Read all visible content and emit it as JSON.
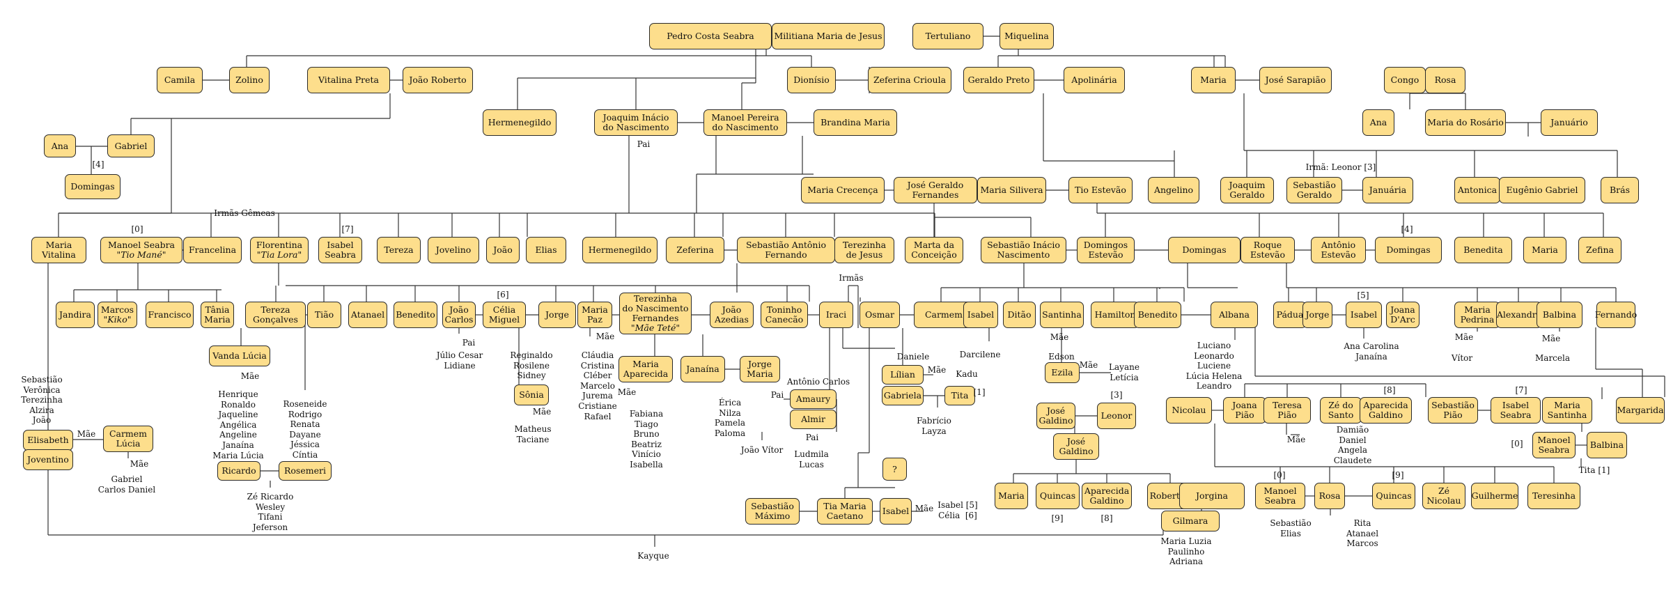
{
  "people": [
    {
      "id": "p1",
      "name": "Pedro Costa Seabra"
    },
    {
      "id": "p2",
      "name": "Militiana Maria de Jesus"
    },
    {
      "id": "p3",
      "name": "Tertuliano"
    },
    {
      "id": "p4",
      "name": "Miquelina"
    },
    {
      "id": "p5",
      "name": "Camila"
    },
    {
      "id": "p6",
      "name": "Zolino"
    },
    {
      "id": "p7",
      "name": "Vitalina Preta"
    },
    {
      "id": "p8",
      "name": "João Roberto"
    },
    {
      "id": "p9",
      "name": "Dionísio"
    },
    {
      "id": "p10",
      "name": "Zeferina Crioula"
    },
    {
      "id": "p11",
      "name": "Geraldo Preto"
    },
    {
      "id": "p12",
      "name": "Apolinária"
    },
    {
      "id": "p13",
      "name": "Maria"
    },
    {
      "id": "p14",
      "name": "José Sarapião"
    },
    {
      "id": "p15",
      "name": "Congo"
    },
    {
      "id": "p16",
      "name": "Rosa"
    },
    {
      "id": "p17",
      "name": "Hermenegildo"
    },
    {
      "id": "p18",
      "name": "Joaquim Inácio",
      "name2": "do Nascimento"
    },
    {
      "id": "p19",
      "name": "Manoel Pereira",
      "name2": "do Nascimento"
    },
    {
      "id": "p20",
      "name": "Brandina Maria"
    },
    {
      "id": "p21",
      "name": "Ana"
    },
    {
      "id": "p22",
      "name": "Maria do Rosário"
    },
    {
      "id": "p23",
      "name": "Januário"
    },
    {
      "id": "p24",
      "name": "Ana"
    },
    {
      "id": "p25",
      "name": "Gabriel"
    },
    {
      "id": "p26",
      "name": "Domingas"
    },
    {
      "id": "p27",
      "name": "Maria Crecença"
    },
    {
      "id": "p28",
      "name": "José Geraldo",
      "name2": "Fernandes"
    },
    {
      "id": "p29",
      "name": "Maria Silivera"
    },
    {
      "id": "p30",
      "name": "Tio Estevão"
    },
    {
      "id": "p31",
      "name": "Angelino"
    },
    {
      "id": "p32",
      "name": "Joaquim",
      "name2": "Geraldo"
    },
    {
      "id": "p33",
      "name": "Sebastião",
      "name2": "Geraldo"
    },
    {
      "id": "p34",
      "name": "Januária"
    },
    {
      "id": "p35",
      "name": "Antonica"
    },
    {
      "id": "p36",
      "name": "Eugênio Gabriel"
    },
    {
      "id": "p37",
      "name": "Brás"
    },
    {
      "id": "p38",
      "name": "Maria",
      "name2": "Vitalina"
    },
    {
      "id": "p39",
      "name": "Manoel Seabra",
      "name2": "\"Tio Mané\""
    },
    {
      "id": "p40",
      "name": "Francelina"
    },
    {
      "id": "p41",
      "name": "Florentina",
      "name2": "\"Tia Lora\""
    },
    {
      "id": "p42",
      "name": "Isabel",
      "name2": "Seabra"
    },
    {
      "id": "p43",
      "name": "Tereza"
    },
    {
      "id": "p44",
      "name": "Jovelino"
    },
    {
      "id": "p45",
      "name": "João"
    },
    {
      "id": "p46",
      "name": "Elias"
    },
    {
      "id": "p47",
      "name": "Hermenegildo"
    },
    {
      "id": "p48",
      "name": "Zeferina"
    },
    {
      "id": "p49",
      "name": "Sebastião Antônio",
      "name2": "Fernando"
    },
    {
      "id": "p50",
      "name": "Terezinha",
      "name2": "de Jesus"
    },
    {
      "id": "p51",
      "name": "Marta da",
      "name2": "Conceição"
    },
    {
      "id": "p52",
      "name": "Sebastião Inácio",
      "name2": "Nascimento"
    },
    {
      "id": "p53",
      "name": "Domingos",
      "name2": "Estevão"
    },
    {
      "id": "p54",
      "name": "Domingas"
    },
    {
      "id": "p55",
      "name": "Roque",
      "name2": "Estevão"
    },
    {
      "id": "p56",
      "name": "Antônio",
      "name2": "Estevão"
    },
    {
      "id": "p57",
      "name": "Domingas"
    },
    {
      "id": "p58",
      "name": "Benedita"
    },
    {
      "id": "p59",
      "name": "Maria"
    },
    {
      "id": "p60",
      "name": "Zefina"
    },
    {
      "id": "p61",
      "name": "Jandira"
    },
    {
      "id": "p62",
      "name": "Marcos",
      "name2": "\"Kiko\""
    },
    {
      "id": "p63",
      "name": "Francisco"
    },
    {
      "id": "p64",
      "name": "Tânia",
      "name2": "Maria"
    },
    {
      "id": "p65",
      "name": "Tereza",
      "name2": "Gonçalves"
    },
    {
      "id": "p66",
      "name": "Tião"
    },
    {
      "id": "p67",
      "name": "Atanael"
    },
    {
      "id": "p68",
      "name": "Benedito"
    },
    {
      "id": "p69",
      "name": "João",
      "name2": "Carlos"
    },
    {
      "id": "p70",
      "name": "Célia",
      "name2": "Miguel"
    },
    {
      "id": "p71",
      "name": "Jorge"
    },
    {
      "id": "p72",
      "name": "Maria",
      "name2": "Paz"
    },
    {
      "id": "p73",
      "name": "Terezinha",
      "name2": "do Nascimento",
      "name3": "Fernandes",
      "name4": "\"Mãe Teté\""
    },
    {
      "id": "p74",
      "name": "João",
      "name2": "Azedias"
    },
    {
      "id": "p75",
      "name": "Toninho",
      "name2": "Canecão"
    },
    {
      "id": "p76",
      "name": "Iraci"
    },
    {
      "id": "p77",
      "name": "Osmar"
    },
    {
      "id": "p78",
      "name": "Carmem"
    },
    {
      "id": "p79",
      "name": "Isabel"
    },
    {
      "id": "p80",
      "name": "Ditão"
    },
    {
      "id": "p81",
      "name": "Santinha"
    },
    {
      "id": "p82",
      "name": "Hamilton"
    },
    {
      "id": "p83",
      "name": "Benedito"
    },
    {
      "id": "p84",
      "name": "Albana"
    },
    {
      "id": "p85",
      "name": "Pádua"
    },
    {
      "id": "p86",
      "name": "Jorge"
    },
    {
      "id": "p87",
      "name": "Isabel"
    },
    {
      "id": "p88",
      "name": "Joana",
      "name2": "D'Arc"
    },
    {
      "id": "p89",
      "name": "Maria",
      "name2": "Pedrina"
    },
    {
      "id": "p90",
      "name": "Alexandre"
    },
    {
      "id": "p91",
      "name": "Balbina"
    },
    {
      "id": "p92",
      "name": "Fernando"
    },
    {
      "id": "p93",
      "name": "Vanda Lúcia"
    },
    {
      "id": "p94",
      "name": "Sônia"
    },
    {
      "id": "p95",
      "name": "Maria",
      "name2": "Aparecida"
    },
    {
      "id": "p96",
      "name": "Janaína"
    },
    {
      "id": "p97",
      "name": "Jorge",
      "name2": "Maria"
    },
    {
      "id": "p98",
      "name": "Amaury"
    },
    {
      "id": "p99",
      "name": "Almir"
    },
    {
      "id": "p100",
      "name": "Lílian"
    },
    {
      "id": "p101",
      "name": "Gabriela"
    },
    {
      "id": "p102",
      "name": "Tita"
    },
    {
      "id": "p103",
      "name": "Ezila"
    },
    {
      "id": "p104",
      "name": "José",
      "name2": "Galdino"
    },
    {
      "id": "p105",
      "name": "Leonor"
    },
    {
      "id": "p106",
      "name": "José",
      "name2": "Galdino"
    },
    {
      "id": "p107",
      "name": "Elisabeth"
    },
    {
      "id": "p108",
      "name": "Joventino"
    },
    {
      "id": "p109",
      "name": "Carmem",
      "name2": "Lúcia"
    },
    {
      "id": "p110",
      "name": "Ricardo"
    },
    {
      "id": "p111",
      "name": "Rosemeri"
    },
    {
      "id": "p112",
      "name": "?"
    },
    {
      "id": "p113",
      "name": "Sebastião",
      "name2": "Máximo"
    },
    {
      "id": "p114",
      "name": "Tia Maria",
      "name2": "Caetano"
    },
    {
      "id": "p115",
      "name": "Isabel"
    },
    {
      "id": "p116",
      "name": "Maria"
    },
    {
      "id": "p117",
      "name": "Quincas"
    },
    {
      "id": "p118",
      "name": "Aparecida",
      "name2": "Galdino"
    },
    {
      "id": "p119",
      "name": "Roberto"
    },
    {
      "id": "p120",
      "name": "Jorgina"
    },
    {
      "id": "p121",
      "name": "Gilmara"
    },
    {
      "id": "p122",
      "name": "Nicolau"
    },
    {
      "id": "p123",
      "name": "Joana",
      "name2": "Pião"
    },
    {
      "id": "p124",
      "name": "Teresa",
      "name2": "Pião"
    },
    {
      "id": "p125",
      "name": "Zé do",
      "name2": "Santo"
    },
    {
      "id": "p126",
      "name": "Aparecida",
      "name2": "Galdino"
    },
    {
      "id": "p127",
      "name": "Sebastião",
      "name2": "Pião"
    },
    {
      "id": "p128",
      "name": "Isabel",
      "name2": "Seabra"
    },
    {
      "id": "p129",
      "name": "Maria",
      "name2": "Santinha"
    },
    {
      "id": "p130",
      "name": "Margarida"
    },
    {
      "id": "p131",
      "name": "Manoel",
      "name2": "Seabra"
    },
    {
      "id": "p132",
      "name": "Balbina"
    },
    {
      "id": "p133",
      "name": "Manoel",
      "name2": "Seabra"
    },
    {
      "id": "p134",
      "name": "Rosa"
    },
    {
      "id": "p135",
      "name": "Quincas"
    },
    {
      "id": "p136",
      "name": "Zé",
      "name2": "Nicolau"
    },
    {
      "id": "p137",
      "name": "Guilherme"
    },
    {
      "id": "p138",
      "name": "Teresinha"
    }
  ],
  "notes": [
    {
      "id": "t1",
      "text": "Pai"
    },
    {
      "id": "t2",
      "text": "[4]"
    },
    {
      "id": "t3",
      "text": "Irmã: Leonor [3]"
    },
    {
      "id": "t4",
      "text": "Irmãs Gêmeas"
    },
    {
      "id": "t5",
      "text": "[0]"
    },
    {
      "id": "t6",
      "text": "[7]"
    },
    {
      "id": "t7",
      "text": "[4]"
    },
    {
      "id": "t8",
      "text": "Irmãs"
    },
    {
      "id": "t9",
      "text": "[6]"
    },
    {
      "id": "t10",
      "text": "[5]"
    },
    {
      "id": "t11",
      "text": "Mãe"
    },
    {
      "id": "t12",
      "text": "Pai"
    },
    {
      "id": "t13",
      "text": "Mãe"
    },
    {
      "id": "t14",
      "text": "Mãe"
    },
    {
      "id": "t15",
      "text": "Mãe"
    },
    {
      "id": "t16",
      "text": "Mãe"
    },
    {
      "id": "t17",
      "text": "Mãe"
    },
    {
      "id": "t18",
      "text": "Mãe"
    },
    {
      "id": "t19",
      "text": "Júlio Cesar\nLidiane"
    },
    {
      "id": "t20",
      "text": "Reginaldo\nRosilene\nSidney"
    },
    {
      "id": "t21",
      "text": "Cláudia\nCristina\nCléber\nMarcelo\nJurema\nCristiane\nRafael"
    },
    {
      "id": "t22",
      "text": "Daniele"
    },
    {
      "id": "t23",
      "text": "Darcilene"
    },
    {
      "id": "t24",
      "text": "Edson"
    },
    {
      "id": "t25",
      "text": "Luciano\nLeonardo\nLuciene\nLúcia Helena\nLeandro"
    },
    {
      "id": "t26",
      "text": "Ana Carolina\nJanaína"
    },
    {
      "id": "t27",
      "text": "Vítor"
    },
    {
      "id": "t28",
      "text": "Marcela"
    },
    {
      "id": "t29",
      "text": "Henrique\nRonaldo\nJaqueline\nAngélica\nAngeline\nJanaína\nMaria Lúcia"
    },
    {
      "id": "t30",
      "text": "Roseneide\nRodrigo\nRenata\nDayane\nJéssica\nCíntia"
    },
    {
      "id": "t31",
      "text": "Matheus\nTaciane"
    },
    {
      "id": "t32",
      "text": "Fabiana\nTiago\nBruno\nBeatriz\nVinício\nIsabella"
    },
    {
      "id": "t33",
      "text": "Érica\nNilza\nPamela\nPaloma"
    },
    {
      "id": "t34",
      "text": "Antônio Carlos"
    },
    {
      "id": "t35",
      "text": "Pai"
    },
    {
      "id": "t36",
      "text": "Pai"
    },
    {
      "id": "t37",
      "text": "João Vítor"
    },
    {
      "id": "t38",
      "text": "Ludmila\nLucas"
    },
    {
      "id": "t39",
      "text": "Mãe"
    },
    {
      "id": "t40",
      "text": "Kadu"
    },
    {
      "id": "t41",
      "text": "[1]"
    },
    {
      "id": "t42",
      "text": "Fabrício\nLayza"
    },
    {
      "id": "t43",
      "text": "Mãe"
    },
    {
      "id": "t44",
      "text": "Layane\nLetícia"
    },
    {
      "id": "t45",
      "text": "[3]"
    },
    {
      "id": "t46",
      "text": "Sebastião\nVerônica\nTerezinha\nAlzira\nJoão"
    },
    {
      "id": "t47",
      "text": "Mãe"
    },
    {
      "id": "t48",
      "text": "Mãe"
    },
    {
      "id": "t49",
      "text": "Gabriel\nCarlos Daniel"
    },
    {
      "id": "t50",
      "text": "Zé Ricardo\nWesley\nTifani\nJeferson"
    },
    {
      "id": "t51",
      "text": "Mãe"
    },
    {
      "id": "t52",
      "text": "Isabel [5]\nCélia  [6]"
    },
    {
      "id": "t53",
      "text": "[9]"
    },
    {
      "id": "t54",
      "text": "[8]"
    },
    {
      "id": "t55",
      "text": "Maria Luzia\nPaulinho\nAdriana"
    },
    {
      "id": "t56",
      "text": "Kayque"
    },
    {
      "id": "t57",
      "text": "[8]"
    },
    {
      "id": "t58",
      "text": "[7]"
    },
    {
      "id": "t59",
      "text": "Mãe"
    },
    {
      "id": "t60",
      "text": "Damião\nDaniel\nAngela\nClaudete"
    },
    {
      "id": "t61",
      "text": "[0]"
    },
    {
      "id": "t62",
      "text": "Tita [1]"
    },
    {
      "id": "t63",
      "text": "[0]"
    },
    {
      "id": "t64",
      "text": "[9]"
    },
    {
      "id": "t65",
      "text": "Sebastião\nElias"
    },
    {
      "id": "t66",
      "text": "Rita\nAtanael\nMarcos"
    }
  ],
  "colors": {
    "box_fill": "#fdde8c",
    "box_border": "#2a2a2a",
    "line": "#333333",
    "text": "#111111"
  }
}
